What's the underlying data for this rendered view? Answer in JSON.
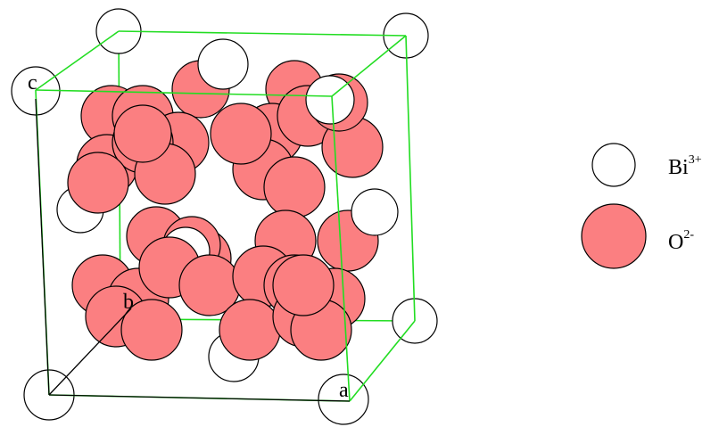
{
  "diagram": {
    "axis_labels": {
      "a": "a",
      "b": "b",
      "c": "c"
    },
    "legend": [
      {
        "ion": "Bi",
        "charge": "3+",
        "atom_color": "#ffffff"
      },
      {
        "ion": "O",
        "charge": "2-",
        "atom_color": "#fb7f81"
      }
    ],
    "colors": {
      "cell_edge": "#22dd22",
      "axis": "#000000",
      "bi_fill": "#ffffff",
      "o_fill": "#fb7f81",
      "outline": "#000000"
    }
  }
}
